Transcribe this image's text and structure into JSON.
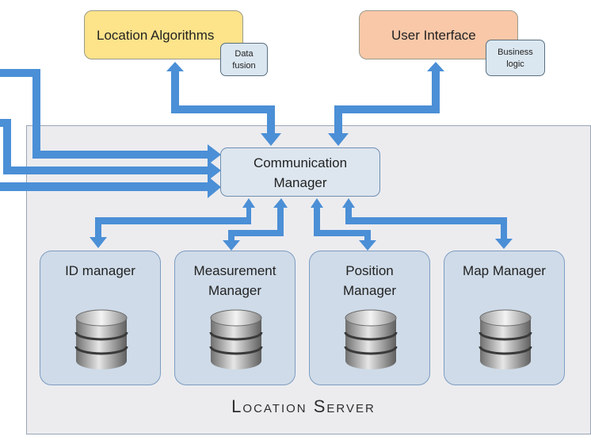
{
  "server": {
    "title": "Location Server"
  },
  "location_algorithms": {
    "label": "Location Algorithms",
    "sub_label_line1": "Data",
    "sub_label_line2": "fusion"
  },
  "user_interface": {
    "label": "User Interface",
    "sub_label_line1": "Business",
    "sub_label_line2": "logic"
  },
  "communication_manager": {
    "line1": "Communication",
    "line2": "Manager"
  },
  "managers": [
    {
      "line1": "ID manager",
      "line2": ""
    },
    {
      "line1": "Measurement",
      "line2": "Manager"
    },
    {
      "line1": "Position",
      "line2": "Manager"
    },
    {
      "line1": "Map Manager",
      "line2": ""
    }
  ],
  "icons": {
    "database": "database-icon"
  },
  "colors": {
    "arrow": "#4b8fd6",
    "location_algorithms_fill": "#fde38a",
    "user_interface_fill": "#f9c8a8",
    "manager_fill": "#cfdbe8",
    "server_fill": "#ececef"
  }
}
